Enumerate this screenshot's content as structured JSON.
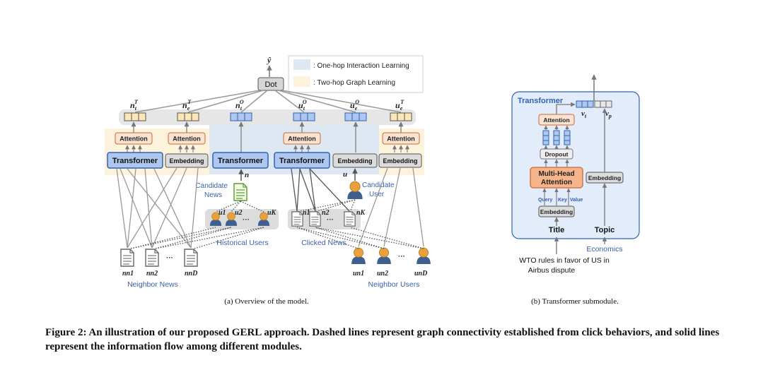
{
  "legend": {
    "one_hop": ": One-hop Interaction Learning",
    "two_hop": ": Two-hop Graph Learning"
  },
  "top": {
    "yhat": "ŷ",
    "dot": "Dot"
  },
  "vectors": {
    "nt": {
      "base": "n",
      "sub": "t",
      "sup": "T"
    },
    "ne": {
      "base": "n",
      "sub": "e",
      "sup": "T"
    },
    "nO": {
      "base": "n",
      "sub": "t",
      "sup": "O"
    },
    "uO": {
      "base": "u",
      "sub": "t",
      "sup": "O"
    },
    "ue": {
      "base": "u",
      "sub": "e",
      "sup": "O"
    },
    "uT": {
      "base": "u",
      "sub": "e",
      "sup": "T"
    }
  },
  "modules": {
    "attention": "Attention",
    "transformer": "Transformer",
    "embedding": "Embedding"
  },
  "arrow_labels": {
    "n": "n",
    "u": "u"
  },
  "candidates": {
    "news": [
      "Candidate",
      "News"
    ],
    "user": [
      "Candidate",
      "User"
    ]
  },
  "groups": {
    "historical_users": "Historical Users",
    "clicked_news": "Clicked News",
    "neighbor_news": "Neighbor News",
    "neighbor_users": "Neighbor Users"
  },
  "ellipsis": "···",
  "node_labels": {
    "hist_users": [
      "u1",
      "u2",
      "uK"
    ],
    "clicked_news": [
      "n1",
      "n2",
      "nK"
    ],
    "neighbor_news": [
      "nn1",
      "nn2",
      "nnD"
    ],
    "neighbor_users": [
      "un1",
      "un2",
      "unD"
    ]
  },
  "sub_captions": {
    "a": "(a) Overview of the model.",
    "b": "(b) Transformer submodule."
  },
  "submodule": {
    "title": "Transformer",
    "vt": "v",
    "vt_sub": "t",
    "vp": "v",
    "vp_sub": "p",
    "attention": "Attention",
    "dropout": "Dropout",
    "mha_line1": "Multi-Head",
    "mha_line2": "Attention",
    "embedding": "Embedding",
    "embedding_right": "Embedding",
    "qkv": [
      "Query",
      "Key",
      "Value"
    ],
    "title_label": "Title",
    "topic_label": "Topic",
    "economics": "Economics",
    "headline_line1": "WTO rules in favor of US in",
    "headline_line2": "Airbus dispute"
  },
  "figure_caption": "Figure 2: An illustration of our proposed GERL approach. Dashed lines represent graph connectivity established from click behaviors, and solid lines represent the information flow among different modules.",
  "colors": {
    "one_hop_bg": "#dde8f3",
    "two_hop_bg": "#fdf3dc",
    "transformer_fill": "#aec7ef",
    "transformer_stroke": "#2e62b3",
    "attention_fill": "#fbe3d1",
    "attention_stroke": "#c8693a",
    "mha_fill": "#f6b48a",
    "embedding_fill": "#dcdcdc",
    "label_blue": "#3a5fa8",
    "panel_bg": "#e3ecfb"
  }
}
